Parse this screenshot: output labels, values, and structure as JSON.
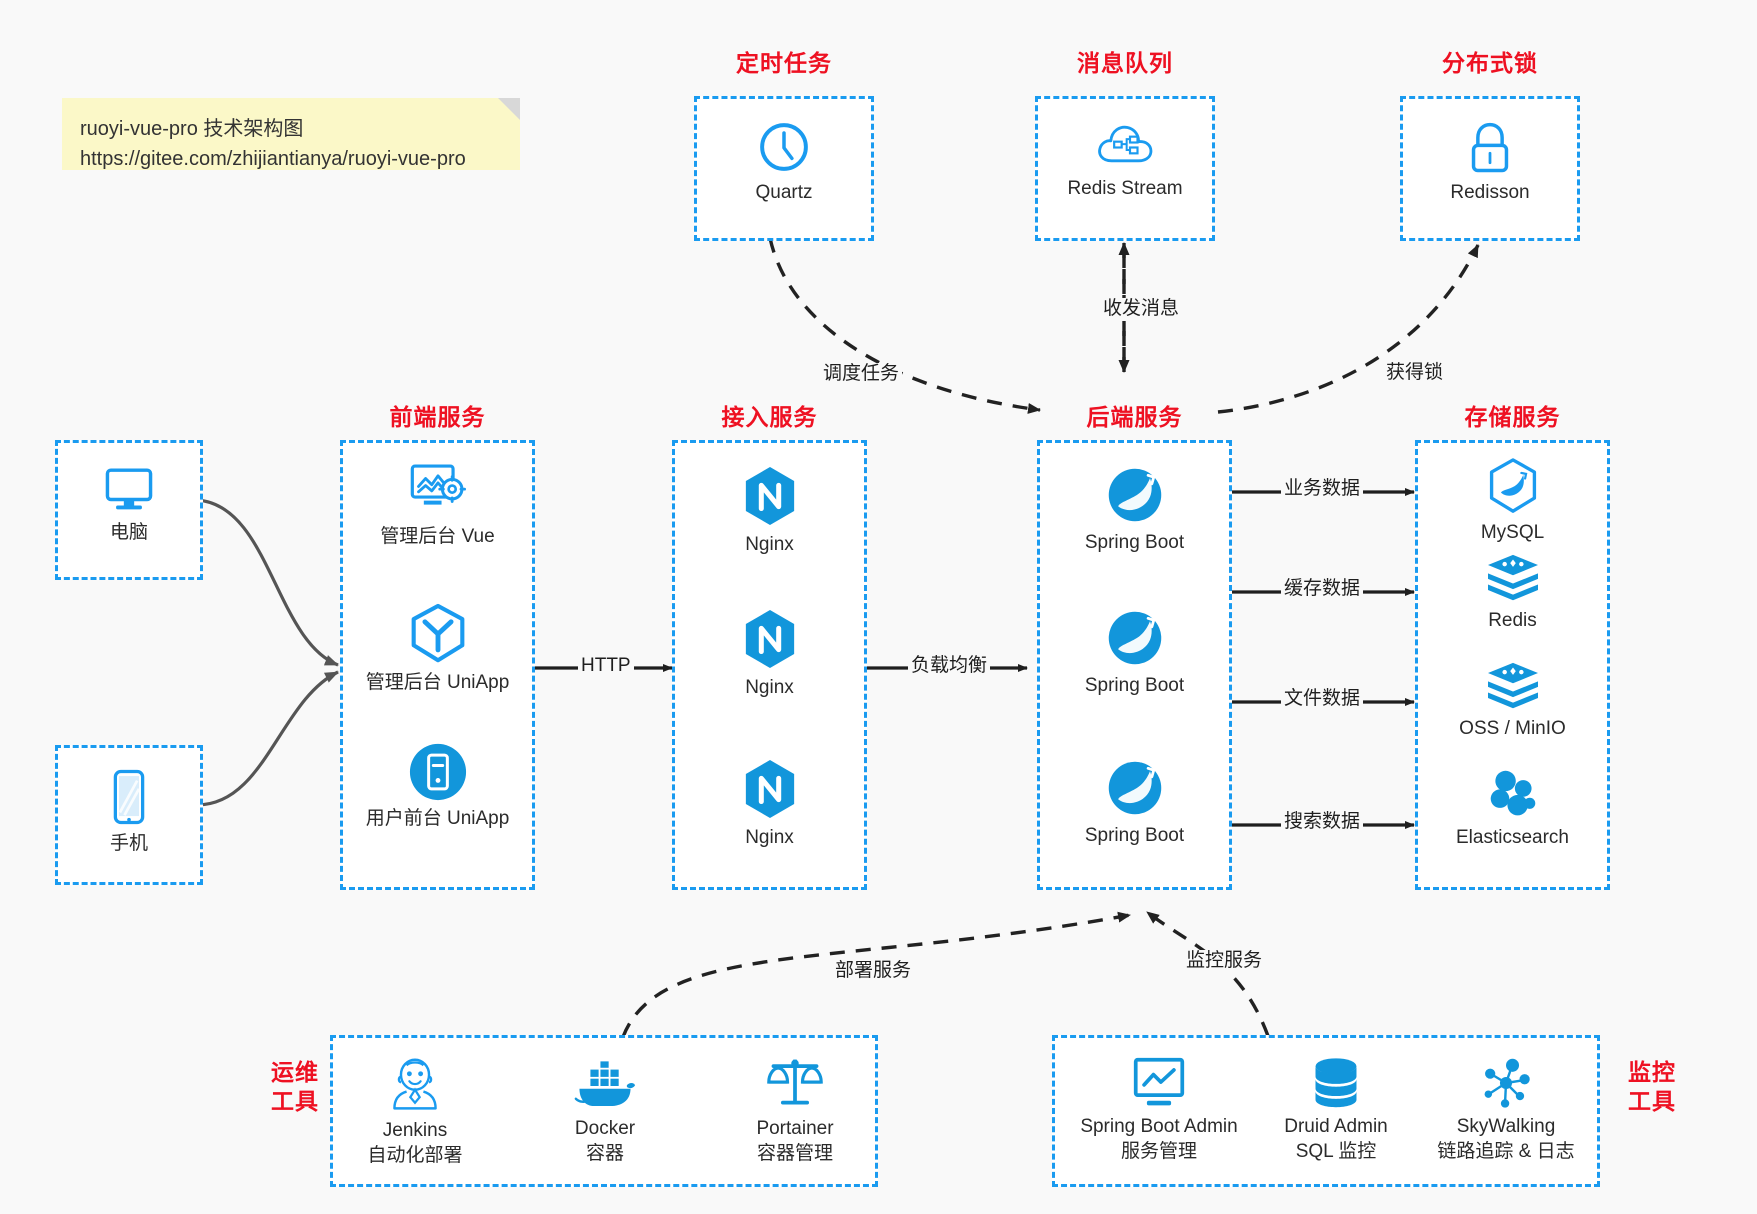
{
  "note": {
    "line1": "ruoyi-vue-pro 技术架构图",
    "line2": "https://gitee.com/zhijiantianya/ruoyi-vue-pro"
  },
  "colors": {
    "accent_blue": "#1a9bf0",
    "icon_blue": "#1296db",
    "title_red": "#ee1122",
    "background": "#f9f9f9",
    "box_fill": "#ffffff",
    "arrow_solid": "#1f1f1f",
    "arrow_curve": "#555555",
    "note_yellow": "#fbf8c8"
  },
  "groups": {
    "scheduled_task": {
      "title": "定时任务",
      "nodes": [
        {
          "label": "Quartz",
          "icon": "clock-icon"
        }
      ]
    },
    "message_queue": {
      "title": "消息队列",
      "nodes": [
        {
          "label": "Redis Stream",
          "icon": "cloud-stream-icon"
        }
      ]
    },
    "distributed_lock": {
      "title": "分布式锁",
      "nodes": [
        {
          "label": "Redisson",
          "icon": "lock-icon"
        }
      ]
    },
    "clients": {
      "nodes": [
        {
          "label": "电脑",
          "icon": "desktop-icon"
        },
        {
          "label": "手机",
          "icon": "mobile-icon"
        }
      ]
    },
    "frontend": {
      "title": "前端服务",
      "nodes": [
        {
          "label": "管理后台 Vue",
          "icon": "dashboard-gear-icon"
        },
        {
          "label": "管理后台 UniApp",
          "icon": "hexagon-cube-icon"
        },
        {
          "label": "用户前台 UniApp",
          "icon": "app-circle-icon"
        }
      ]
    },
    "gateway": {
      "title": "接入服务",
      "nodes": [
        {
          "label": "Nginx",
          "icon": "nginx-icon"
        },
        {
          "label": "Nginx",
          "icon": "nginx-icon"
        },
        {
          "label": "Nginx",
          "icon": "nginx-icon"
        }
      ]
    },
    "backend": {
      "title": "后端服务",
      "nodes": [
        {
          "label": "Spring Boot",
          "icon": "spring-boot-icon"
        },
        {
          "label": "Spring Boot",
          "icon": "spring-boot-icon"
        },
        {
          "label": "Spring Boot",
          "icon": "spring-boot-icon"
        }
      ]
    },
    "storage": {
      "title": "存储服务",
      "nodes": [
        {
          "label": "MySQL",
          "icon": "mysql-dolphin-icon"
        },
        {
          "label": "Redis",
          "icon": "redis-stack-icon"
        },
        {
          "label": "OSS / MinIO",
          "icon": "oss-stack-icon"
        },
        {
          "label": "Elasticsearch",
          "icon": "elasticsearch-icon"
        }
      ]
    },
    "devops": {
      "title_line1": "运维",
      "title_line2": "工具",
      "nodes": [
        {
          "label": "Jenkins",
          "sublabel": "自动化部署",
          "icon": "jenkins-butler-icon"
        },
        {
          "label": "Docker",
          "sublabel": "容器",
          "icon": "docker-whale-icon"
        },
        {
          "label": "Portainer",
          "sublabel": "容器管理",
          "icon": "scales-icon"
        }
      ]
    },
    "monitoring": {
      "title_line1": "监控",
      "title_line2": "工具",
      "nodes": [
        {
          "label": "Spring Boot Admin",
          "sublabel": "服务管理",
          "icon": "monitor-chart-icon"
        },
        {
          "label": "Druid Admin",
          "sublabel": "SQL 监控",
          "icon": "database-icon"
        },
        {
          "label": "SkyWalking",
          "sublabel": "链路追踪 & 日志",
          "icon": "skywalking-nodes-icon"
        }
      ]
    }
  },
  "edges": [
    {
      "id": "http",
      "label": "HTTP",
      "style": "solid"
    },
    {
      "id": "load-balance",
      "label": "负载均衡",
      "style": "solid"
    },
    {
      "id": "schedule-task",
      "label": "调度任务",
      "style": "dashed"
    },
    {
      "id": "send-receive-message",
      "label": "收发消息",
      "style": "dashed"
    },
    {
      "id": "acquire-lock",
      "label": "获得锁",
      "style": "dashed"
    },
    {
      "id": "business-data",
      "label": "业务数据",
      "style": "solid"
    },
    {
      "id": "cache-data",
      "label": "缓存数据",
      "style": "solid"
    },
    {
      "id": "file-data",
      "label": "文件数据",
      "style": "solid"
    },
    {
      "id": "search-data",
      "label": "搜索数据",
      "style": "solid"
    },
    {
      "id": "deploy-service",
      "label": "部署服务",
      "style": "dashed"
    },
    {
      "id": "monitor-service",
      "label": "监控服务",
      "style": "dashed"
    }
  ]
}
